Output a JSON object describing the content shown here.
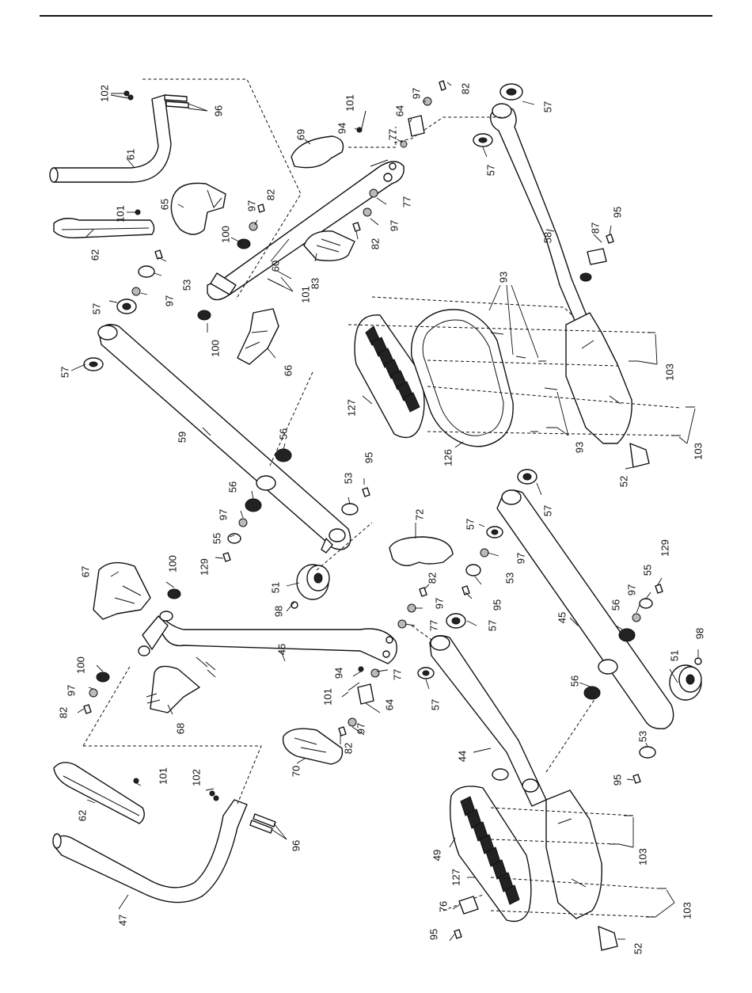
{
  "diagram": {
    "labels": [
      {
        "id": "l-102a",
        "text": "102"
      },
      {
        "id": "l-96a",
        "text": "96"
      },
      {
        "id": "l-61",
        "text": "61"
      },
      {
        "id": "l-101a",
        "text": "101"
      },
      {
        "id": "l-94a",
        "text": "94"
      },
      {
        "id": "l-69",
        "text": "69"
      },
      {
        "id": "l-64a",
        "text": "64"
      },
      {
        "id": "l-97a",
        "text": "97"
      },
      {
        "id": "l-82a",
        "text": "82"
      },
      {
        "id": "l-57a",
        "text": "57"
      },
      {
        "id": "l-77a",
        "text": "77"
      },
      {
        "id": "l-57b",
        "text": "57"
      },
      {
        "id": "l-65",
        "text": "65"
      },
      {
        "id": "l-82b",
        "text": "82"
      },
      {
        "id": "l-97b",
        "text": "97"
      },
      {
        "id": "l-101b",
        "text": "101"
      },
      {
        "id": "l-62a",
        "text": "62"
      },
      {
        "id": "l-100a",
        "text": "100"
      },
      {
        "id": "l-77b",
        "text": "77"
      },
      {
        "id": "l-97c",
        "text": "97"
      },
      {
        "id": "l-58",
        "text": "58"
      },
      {
        "id": "l-95a",
        "text": "95"
      },
      {
        "id": "l-87",
        "text": "87"
      },
      {
        "id": "l-82c",
        "text": "82"
      },
      {
        "id": "l-60",
        "text": "60"
      },
      {
        "id": "l-53a",
        "text": "53"
      },
      {
        "id": "l-97d",
        "text": "97"
      },
      {
        "id": "l-57c",
        "text": "57"
      },
      {
        "id": "l-83",
        "text": "83"
      },
      {
        "id": "l-101c",
        "text": "101"
      },
      {
        "id": "l-93a",
        "text": "93"
      },
      {
        "id": "l-100b",
        "text": "100"
      },
      {
        "id": "l-66",
        "text": "66"
      },
      {
        "id": "l-57d",
        "text": "57"
      },
      {
        "id": "l-103a",
        "text": "103"
      },
      {
        "id": "l-127a",
        "text": "127"
      },
      {
        "id": "l-59",
        "text": "59"
      },
      {
        "id": "l-56a",
        "text": "56"
      },
      {
        "id": "l-126",
        "text": "126"
      },
      {
        "id": "l-93b",
        "text": "93"
      },
      {
        "id": "l-103b",
        "text": "103"
      },
      {
        "id": "l-52a",
        "text": "52"
      },
      {
        "id": "l-95b",
        "text": "95"
      },
      {
        "id": "l-53b",
        "text": "53"
      },
      {
        "id": "l-56b",
        "text": "56"
      },
      {
        "id": "l-97e",
        "text": "97"
      },
      {
        "id": "l-55a",
        "text": "55"
      },
      {
        "id": "l-129a",
        "text": "129"
      },
      {
        "id": "l-57e",
        "text": "57"
      },
      {
        "id": "l-72",
        "text": "72"
      },
      {
        "id": "l-57f",
        "text": "57"
      },
      {
        "id": "l-97f",
        "text": "97"
      },
      {
        "id": "l-53c",
        "text": "53"
      },
      {
        "id": "l-95c",
        "text": "95"
      },
      {
        "id": "l-67",
        "text": "67"
      },
      {
        "id": "l-100c",
        "text": "100"
      },
      {
        "id": "l-51a",
        "text": "51"
      },
      {
        "id": "l-98a",
        "text": "98"
      },
      {
        "id": "l-82d",
        "text": "82"
      },
      {
        "id": "l-97g",
        "text": "97"
      },
      {
        "id": "l-77c",
        "text": "77"
      },
      {
        "id": "l-57g",
        "text": "57"
      },
      {
        "id": "l-55b",
        "text": "55"
      },
      {
        "id": "l-129b",
        "text": "129"
      },
      {
        "id": "l-97h",
        "text": "97"
      },
      {
        "id": "l-45",
        "text": "45"
      },
      {
        "id": "l-56c",
        "text": "56"
      },
      {
        "id": "l-98b",
        "text": "98"
      },
      {
        "id": "l-51b",
        "text": "51"
      },
      {
        "id": "l-100d",
        "text": "100"
      },
      {
        "id": "l-97i",
        "text": "97"
      },
      {
        "id": "l-82e",
        "text": "82"
      },
      {
        "id": "l-46",
        "text": "46"
      },
      {
        "id": "l-94b",
        "text": "94"
      },
      {
        "id": "l-77d",
        "text": "77"
      },
      {
        "id": "l-101d",
        "text": "101"
      },
      {
        "id": "l-64b",
        "text": "64"
      },
      {
        "id": "l-57h",
        "text": "57"
      },
      {
        "id": "l-68",
        "text": "68"
      },
      {
        "id": "l-97j",
        "text": "97"
      },
      {
        "id": "l-82f",
        "text": "82"
      },
      {
        "id": "l-56d",
        "text": "56"
      },
      {
        "id": "l-44",
        "text": "44"
      },
      {
        "id": "l-70",
        "text": "70"
      },
      {
        "id": "l-53d",
        "text": "53"
      },
      {
        "id": "l-95d",
        "text": "95"
      },
      {
        "id": "l-101e",
        "text": "101"
      },
      {
        "id": "l-62b",
        "text": "62"
      },
      {
        "id": "l-102b",
        "text": "102"
      },
      {
        "id": "l-96b",
        "text": "96"
      },
      {
        "id": "l-49",
        "text": "49"
      },
      {
        "id": "l-103c",
        "text": "103"
      },
      {
        "id": "l-127b",
        "text": "127"
      },
      {
        "id": "l-76",
        "text": "76"
      },
      {
        "id": "l-103d",
        "text": "103"
      },
      {
        "id": "l-47",
        "text": "47"
      },
      {
        "id": "l-95e",
        "text": "95"
      },
      {
        "id": "l-52b",
        "text": "52"
      }
    ]
  }
}
